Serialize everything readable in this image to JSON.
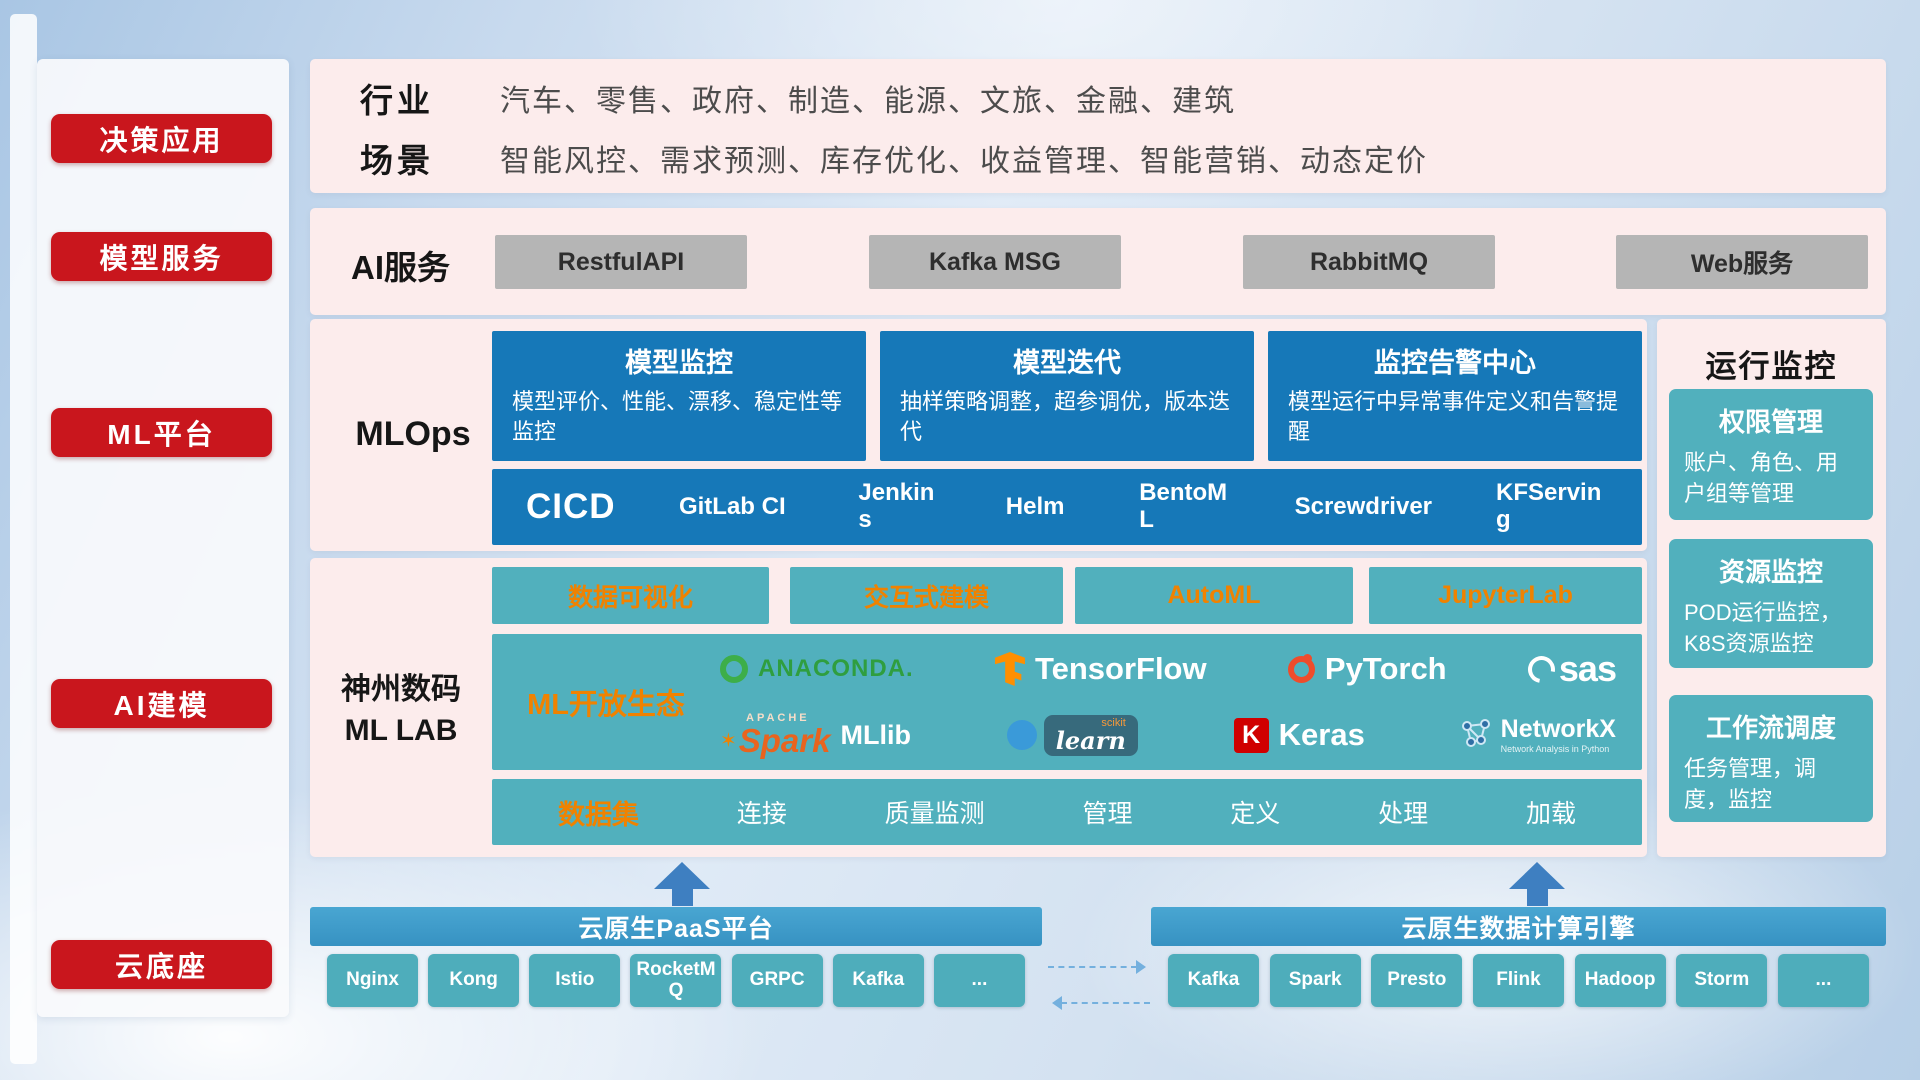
{
  "colors": {
    "red": "#c9161d",
    "pink_panel": "#fcecec",
    "blue": "#1678b8",
    "teal": "#51b0bd",
    "orange": "#f08200",
    "gray_button": "#b5b5b5",
    "bottom_bar": "#3e9cc8",
    "arrow": "#3e7fc1"
  },
  "sidebar": {
    "items": [
      "决策应用",
      "模型服务",
      "ML平台",
      "AI建模",
      "云底座"
    ]
  },
  "industry_panel": {
    "row1_label": "行业",
    "row1_text": "汽车、零售、政府、制造、能源、文旅、金融、建筑",
    "row2_label": "场景",
    "row2_text": "智能风控、需求预测、库存优化、收益管理、智能营销、动态定价"
  },
  "ai_service_panel": {
    "label": "AI服务",
    "buttons": [
      "RestfulAPI",
      "Kafka MSG",
      "RabbitMQ",
      "Web服务"
    ]
  },
  "mlops_panel": {
    "label": "MLOps",
    "cards": [
      {
        "title": "模型监控",
        "body": "模型评价、性能、漂移、稳定性等监控"
      },
      {
        "title": "模型迭代",
        "body": "抽样策略调整，超参调优，版本迭代"
      },
      {
        "title": "监控告警中心",
        "body": "模型运行中异常事件定义和告警提醒"
      }
    ],
    "cicd": {
      "label": "CICD",
      "items": [
        "GitLab CI",
        "Jenkins",
        "Helm",
        "BentoML",
        "Screwdriver",
        "KFServing"
      ]
    }
  },
  "mllab_panel": {
    "label_line1": "神州数码",
    "label_line2": "ML LAB",
    "tools": [
      "数据可视化",
      "交互式建模",
      "AutoML",
      "JupyterLab"
    ],
    "ecosystem": {
      "label": "ML开放生态",
      "logos": {
        "anaconda": "ANACONDA.",
        "tensorflow": "TensorFlow",
        "pytorch": "PyTorch",
        "sas": "sas",
        "spark_top": "APACHE",
        "spark": "Spark",
        "spark_star": "✶",
        "mllib": "MLlib",
        "scikit_top": "scikit",
        "scikit": "learn",
        "keras_letter": "K",
        "keras": "Keras",
        "networkx": "NetworkX",
        "networkx_sub": "Network Analysis in Python"
      }
    },
    "dataset_bar": {
      "label": "数据集",
      "items": [
        "连接",
        "质量监测",
        "管理",
        "定义",
        "处理",
        "加载"
      ]
    }
  },
  "monitor_panel": {
    "title": "运行监控",
    "cards": [
      {
        "title": "权限管理",
        "body": "账户、角色、用户组等管理"
      },
      {
        "title": "资源监控",
        "body": "POD运行监控，K8S资源监控"
      },
      {
        "title": "工作流调度",
        "body": "任务管理，调度，监控"
      }
    ]
  },
  "cloud_base": {
    "paas": {
      "title": "云原生PaaS平台",
      "items": [
        "Nginx",
        "Kong",
        "Istio",
        "RocketMQ",
        "GRPC",
        "Kafka",
        "..."
      ]
    },
    "data_engine": {
      "title": "云原生数据计算引擎",
      "items": [
        "Kafka",
        "Spark",
        "Presto",
        "Flink",
        "Hadoop",
        "Storm",
        "..."
      ]
    }
  }
}
